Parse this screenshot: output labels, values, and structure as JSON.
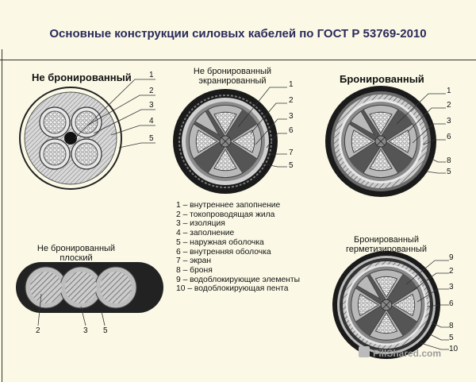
{
  "title": "Основные конструкции силовых кабелей по ГОСТ Р 53769-2010",
  "cables": {
    "unarmored": {
      "label": "Не бронированный",
      "numbers": [
        "1",
        "2",
        "3",
        "4",
        "5"
      ]
    },
    "unarmored_screened": {
      "label_line1": "Не бронированный",
      "label_line2": "экранированный",
      "numbers": [
        "1",
        "2",
        "3",
        "6",
        "7",
        "5"
      ]
    },
    "armored": {
      "label": "Бронированный",
      "numbers": [
        "1",
        "2",
        "3",
        "6",
        "8",
        "5"
      ]
    },
    "flat": {
      "label_line1": "Не бронированный",
      "label_line2": "плоский",
      "numbers": [
        "2",
        "3",
        "5"
      ]
    },
    "armored_sealed": {
      "label_line1": "Бронированный",
      "label_line2": "герметизированный",
      "numbers": [
        "9",
        "2",
        "3",
        "6",
        "8",
        "5",
        "10"
      ]
    }
  },
  "legend": [
    "1 – внутреннее запопнение",
    "2 – токопроводящая жила",
    "3 – изоляция",
    "4 – заполнение",
    "5 – наружная оболочка",
    "6 – внутренняя оболочка",
    "7 – экран",
    "8 – броня",
    "9 – водоблокирующие элементы",
    "10 – водоблокирующая пента"
  ],
  "watermark": "FillShared.com",
  "colors": {
    "background": "#fbf9e6",
    "title": "#2a2a5a",
    "jacket": "#1a1a1a",
    "sector": "#b9b9b9",
    "conductor": "#e0e0e0"
  }
}
